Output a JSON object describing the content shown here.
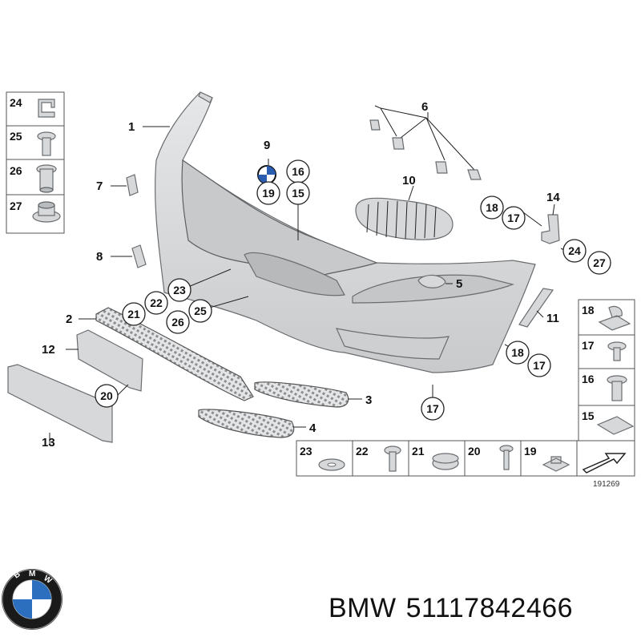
{
  "callouts": {
    "c1": "1",
    "c2": "2",
    "c3": "3",
    "c4": "4",
    "c5": "5",
    "c6": "6",
    "c7": "7",
    "c8": "8",
    "c9": "9",
    "c10": "10",
    "c11": "11",
    "c12": "12",
    "c13": "13",
    "c14": "14",
    "c16": "16",
    "c19": "19",
    "c15": "15",
    "c18a": "18",
    "c17a": "17",
    "c24a": "24",
    "c27a": "27",
    "c23a": "23",
    "c22a": "22",
    "c21a": "21",
    "c25a": "25",
    "c26a": "26",
    "c20a": "20",
    "c18b": "18",
    "c17b": "17",
    "c17c": "17"
  },
  "legend_left": [
    "24",
    "25",
    "26",
    "27"
  ],
  "legend_right": [
    "18",
    "17",
    "16",
    "15"
  ],
  "legend_bottom": [
    "23",
    "22",
    "21",
    "20",
    "19"
  ],
  "diagram_number": "191269",
  "caption": {
    "brand": "BMW",
    "part_number": "51117842466"
  },
  "colors": {
    "part_fill": "#d6d8da",
    "outline": "#6a6d70",
    "text": "#111111"
  },
  "icons": {
    "logo": "bmw-roundel-icon",
    "flow": "arrow-icon"
  }
}
